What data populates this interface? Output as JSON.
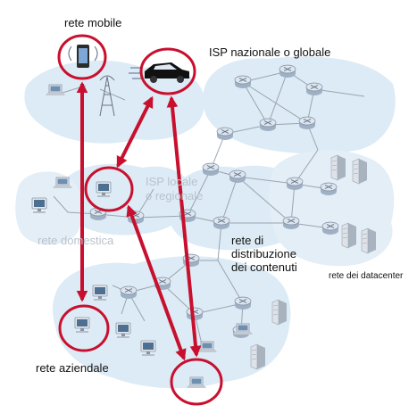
{
  "labels": {
    "mobile_network": "rete mobile",
    "global_isp": "ISP nazionale o globale",
    "regional_isp_line1": "ISP locale",
    "regional_isp_line2": "o regionale",
    "home_network": "rete domestica",
    "content_provider_line1": "rete di",
    "content_provider_line2": "distribuzione",
    "content_provider_line3": "dei contenuti",
    "datacenter_network": "rete dei datacenter",
    "enterprise_network": "rete aziendale"
  },
  "icons": {
    "router": "router-icon",
    "phone": "smartphone-icon",
    "car": "car-icon",
    "desktop": "desktop-computer-icon",
    "laptop": "laptop-icon",
    "server": "server-icon",
    "tower": "cell-tower-icon"
  },
  "colors": {
    "region_fill": "#dcebf5",
    "router_fill": "#c9d4e2",
    "link": "#9aa4ae",
    "highlight": "#c8102e",
    "label_faded": "#b9c3cc"
  }
}
